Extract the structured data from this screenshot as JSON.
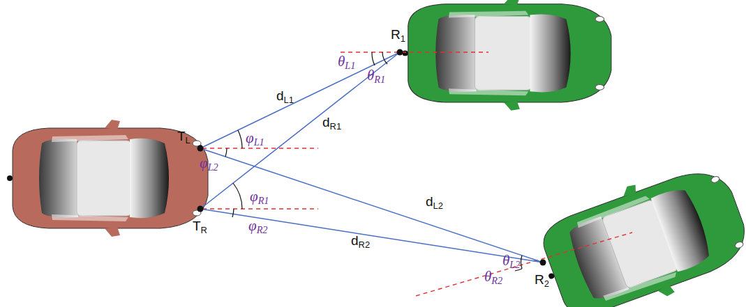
{
  "diagram": {
    "labels": [
      "TL",
      "TR",
      "R1",
      "R2",
      "dL1",
      "dR1",
      "dL2",
      "dR2",
      "φL1",
      "φL2",
      "φR1",
      "φR2",
      "θL1",
      "θR1",
      "θL2",
      "θR2"
    ]
  }
}
